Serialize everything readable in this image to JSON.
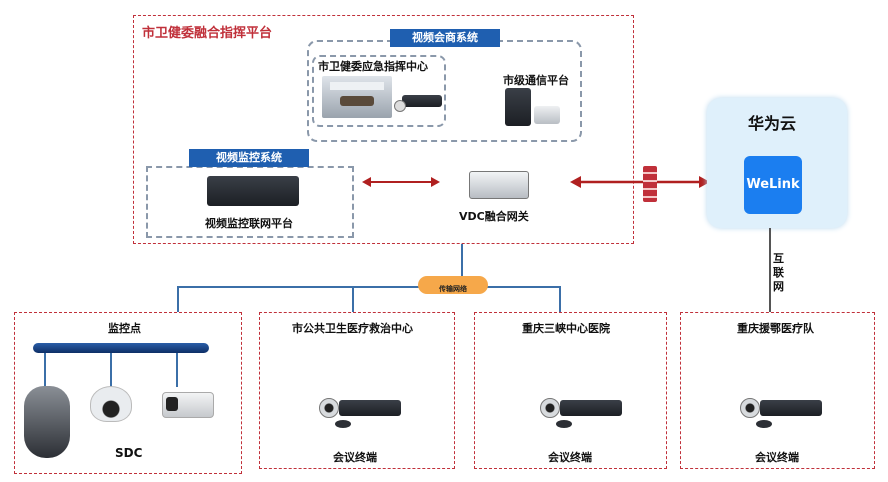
{
  "platform": {
    "title": "市卫健委融合指挥平台",
    "video_conf_system": "视频会商系统",
    "emergency_center": "市卫健委应急指挥中心",
    "city_comm_platform": "市级通信平台",
    "video_surveillance_system": "视频监控系统",
    "surveillance_network_platform": "视频监控联网平台",
    "vdc_gateway": "VDC融合网关"
  },
  "cloud": {
    "title": "华为云",
    "app": "WeLink",
    "internet_label": "互\n联\n网"
  },
  "network": {
    "transport_label": "传输网络"
  },
  "sites": [
    {
      "title": "监控点",
      "device_label": "SDC"
    },
    {
      "title": "市公共卫生医疗救治中心",
      "device_label": "会议终端"
    },
    {
      "title": "重庆三峡中心医院",
      "device_label": "会议终端"
    },
    {
      "title": "重庆援鄂医疗队",
      "device_label": "会议终端"
    }
  ],
  "colors": {
    "accent_red": "#c0303a",
    "tag_blue": "#1f5fb0",
    "line_blue": "#3b6fa8",
    "welink_blue": "#1b7ef0"
  }
}
